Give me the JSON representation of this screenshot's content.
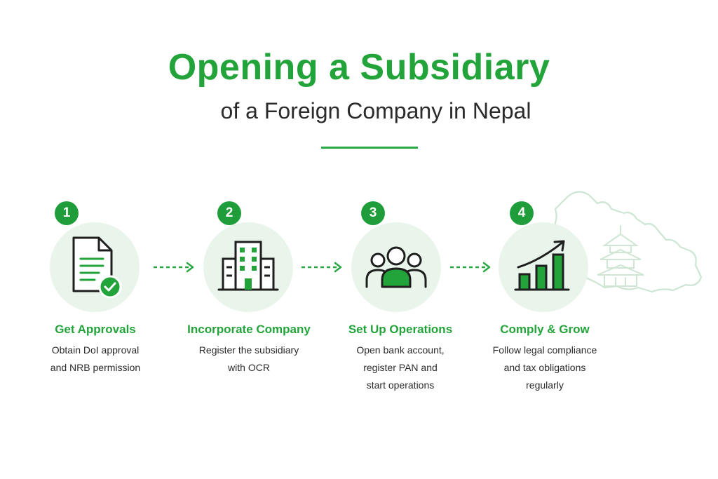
{
  "header": {
    "title": "Opening a Subsidiary",
    "subtitle": "of a Foreign Company in Nepal"
  },
  "colors": {
    "accent": "#22a43a",
    "badge": "#1f9d3a",
    "circle_bg": "#e9f5eb",
    "text": "#2b2b2b",
    "map_outline": "#cde6d3"
  },
  "steps": [
    {
      "number": "1",
      "title": "Get Approvals",
      "description": [
        "Obtain DoI approval",
        "and NRB permission"
      ],
      "icon": "document-check-icon"
    },
    {
      "number": "2",
      "title": "Incorporate Company",
      "description": [
        "Register the subsidiary",
        "with OCR"
      ],
      "icon": "building-icon"
    },
    {
      "number": "3",
      "title": "Set Up Operations",
      "description": [
        "Open bank account,",
        "register PAN and",
        "start operations"
      ],
      "icon": "people-group-icon"
    },
    {
      "number": "4",
      "title": "Comply & Grow",
      "description": [
        "Follow legal compliance",
        "and tax obligations",
        "regularly"
      ],
      "icon": "growth-chart-icon"
    }
  ],
  "decorations": {
    "map_icon": "nepal-map-outline-icon",
    "temple_icon": "pagoda-temple-icon",
    "connector_icon": "dashed-arrow-icon"
  }
}
